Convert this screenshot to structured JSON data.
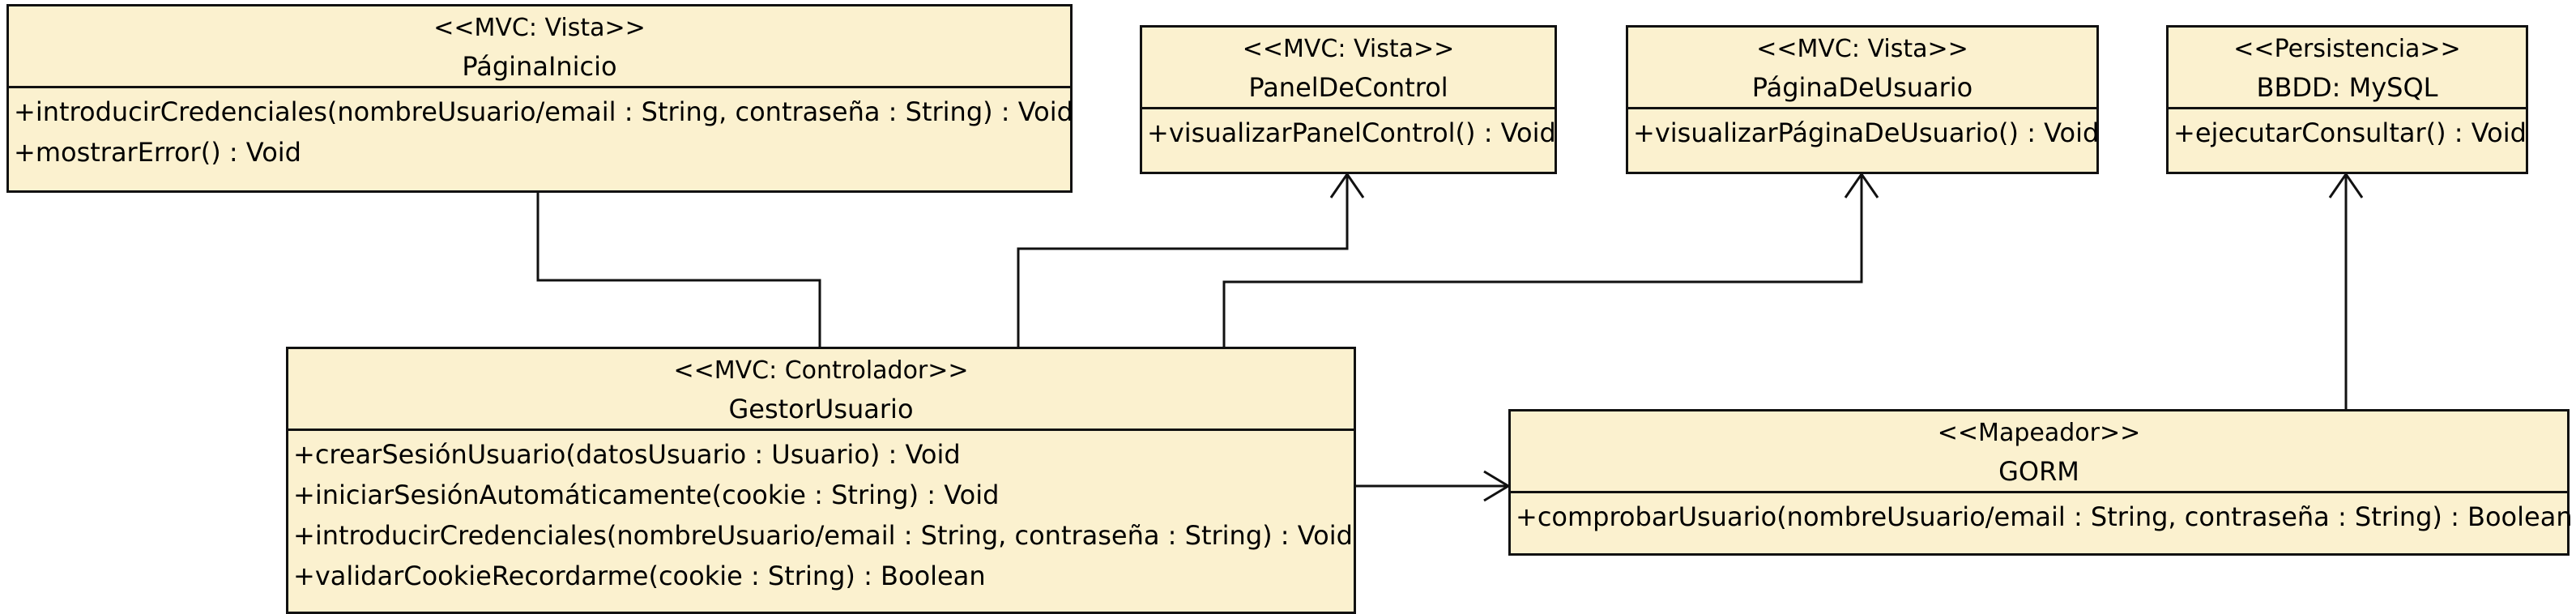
{
  "classes": {
    "pagina_inicio": {
      "stereotype": "<<MVC: Vista>>",
      "name": "PáginaInicio",
      "ops": [
        "+introducirCredenciales(nombreUsuario/email : String, contraseña : String) : Void",
        "+mostrarError() : Void"
      ]
    },
    "panel_de_control": {
      "stereotype": "<<MVC: Vista>>",
      "name": "PanelDeControl",
      "ops": [
        "+visualizarPanelControl() : Void"
      ]
    },
    "pagina_de_usuario": {
      "stereotype": "<<MVC: Vista>>",
      "name": "PáginaDeUsuario",
      "ops": [
        "+visualizarPáginaDeUsuario() : Void"
      ]
    },
    "bbdd": {
      "stereotype": "<<Persistencia>>",
      "name": "BBDD: MySQL",
      "ops": [
        "+ejecutarConsultar() : Void"
      ]
    },
    "gestor_usuario": {
      "stereotype": "<<MVC: Controlador>>",
      "name": "GestorUsuario",
      "ops": [
        "+crearSesiónUsuario(datosUsuario : Usuario) : Void",
        "+iniciarSesiónAutomáticamente(cookie : String) : Void",
        "+introducirCredenciales(nombreUsuario/email : String, contraseña : String) : Void",
        "+validarCookieRecordarme(cookie : String) : Boolean"
      ]
    },
    "gorm": {
      "stereotype": "<<Mapeador>>",
      "name": "GORM",
      "ops": [
        "+comprobarUsuario(nombreUsuario/email : String, contraseña : String) : Boolean"
      ]
    }
  },
  "relations": [
    {
      "from": "pagina_inicio",
      "to": "gestor_usuario",
      "kind": "association"
    },
    {
      "from": "gestor_usuario",
      "to": "panel_de_control",
      "kind": "navigable-association"
    },
    {
      "from": "gestor_usuario",
      "to": "pagina_de_usuario",
      "kind": "navigable-association"
    },
    {
      "from": "gestor_usuario",
      "to": "gorm",
      "kind": "navigable-association"
    },
    {
      "from": "gorm",
      "to": "bbdd",
      "kind": "navigable-association"
    }
  ]
}
